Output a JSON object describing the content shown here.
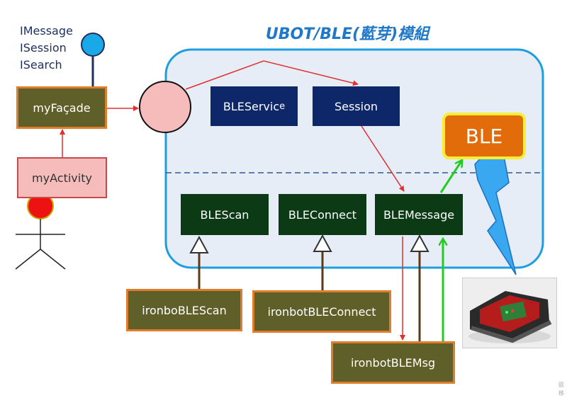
{
  "title": "UBOT/BLE(藍芽)模組",
  "interfaces": [
    "IMessage",
    "ISession",
    "ISearch"
  ],
  "boxes": {
    "facade": "myFaçade",
    "activity": "myActivity",
    "ble_service": "BLEServic",
    "ble_service_tail": "e",
    "session": "Session",
    "ble": "BLE",
    "ble_scan": "BLEScan",
    "ble_connect": "BLEConnect",
    "ble_message": "BLEMessage",
    "ironbo_ble_scan": "ironboBLEScan",
    "ironbot_ble_connect": "ironbotBLEConnect",
    "ironbot_ble_msg": "ironbotBLEMsg"
  },
  "watermark": [
    "歐",
    "移"
  ],
  "colors": {
    "module_border": "#1e9ee0",
    "module_fill": "#e6edf6",
    "red_arrow": "#e03030",
    "green_arrow": "#22cc22",
    "brown_line": "#5a3a18",
    "lightning": "#3aa8f0",
    "interface_ball": "#1aa9e8",
    "actor_head": "#ee1111"
  }
}
